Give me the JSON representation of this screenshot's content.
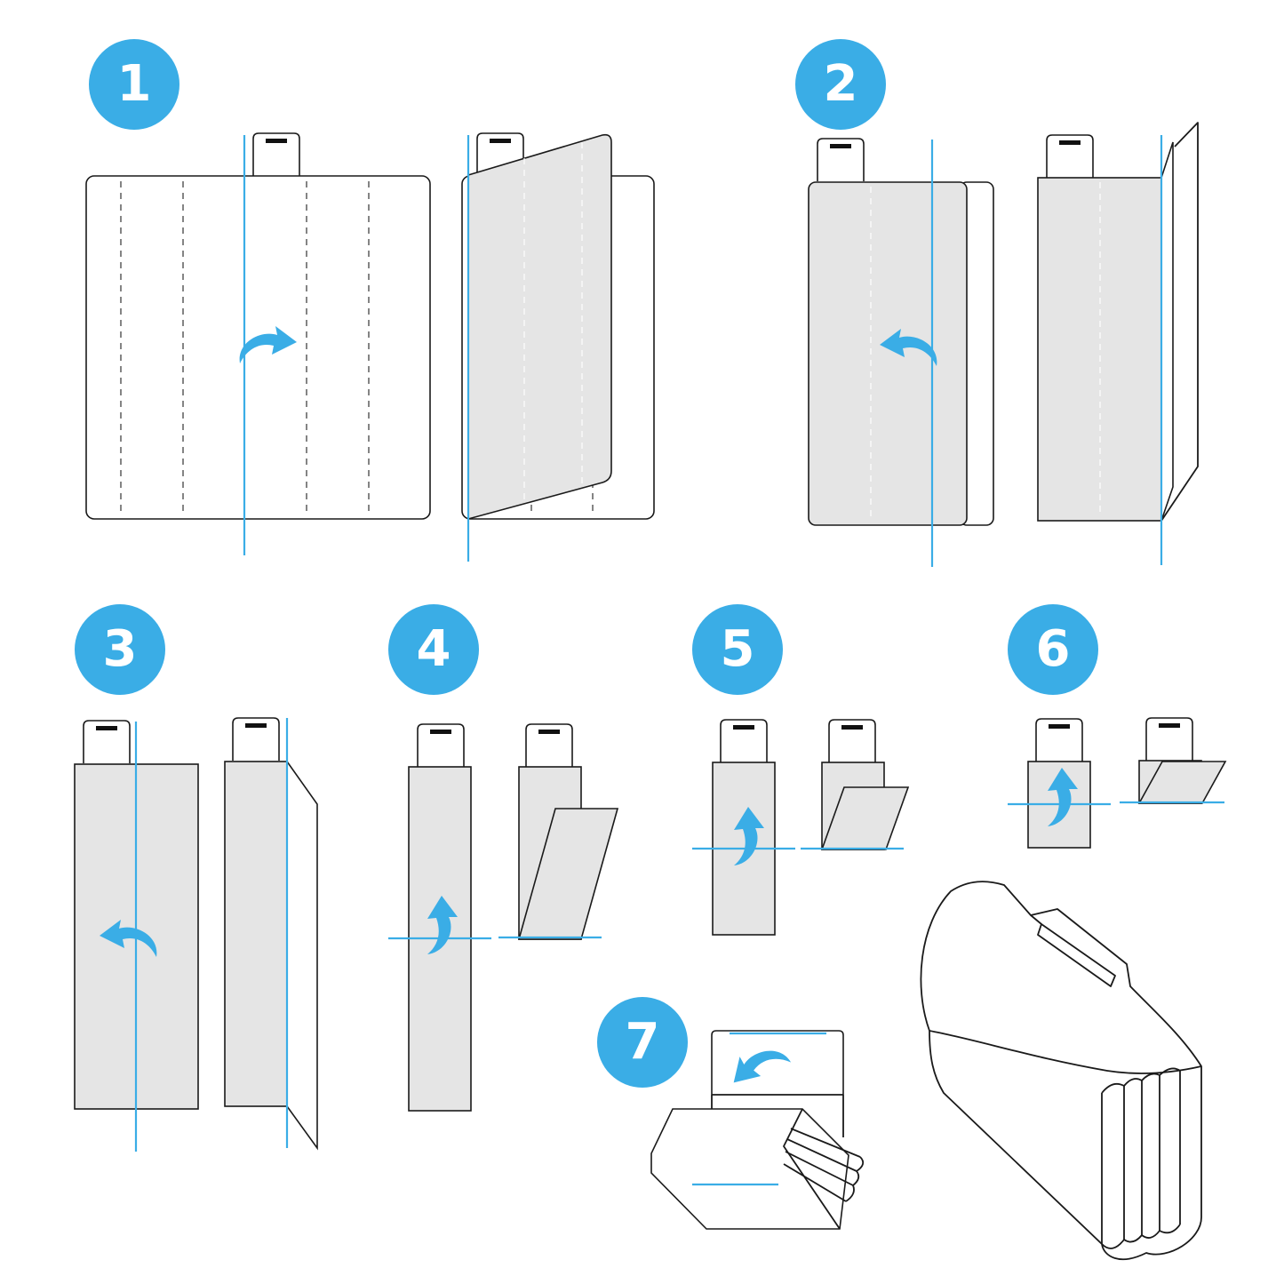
{
  "steps": [
    {
      "number": "1"
    },
    {
      "number": "2"
    },
    {
      "number": "3"
    },
    {
      "number": "4"
    },
    {
      "number": "5"
    },
    {
      "number": "6"
    },
    {
      "number": "7"
    }
  ],
  "colors": {
    "accent": "#3aade6",
    "panel": "#e5e5e5",
    "outline": "#1a1a1a"
  },
  "icons": [
    "fold-arrow-icon",
    "step-number-badge"
  ]
}
